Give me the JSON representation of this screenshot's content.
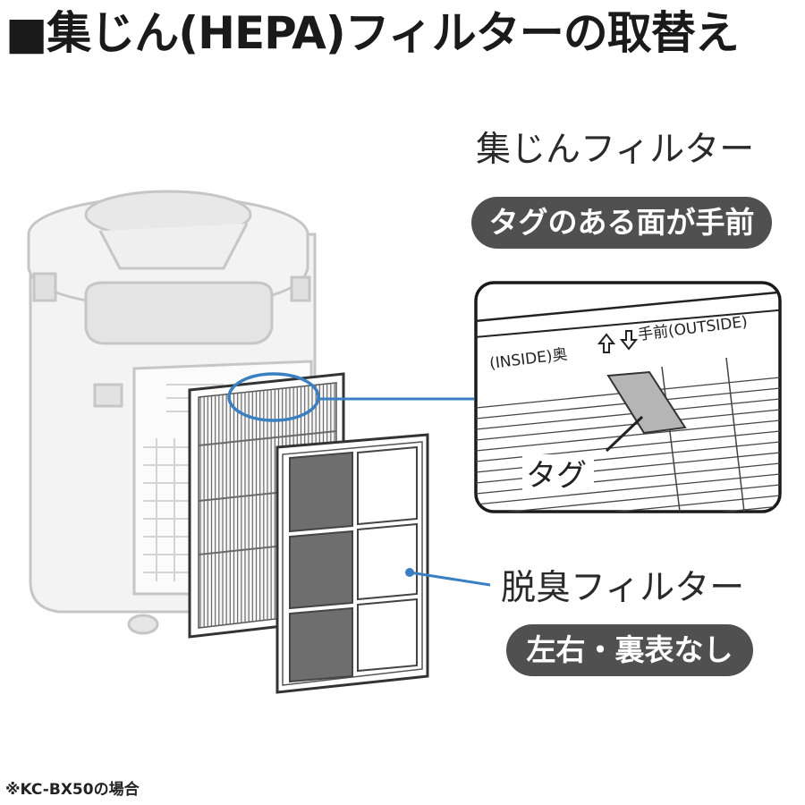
{
  "title": "■集じん(HEPA)フィルターの取替え",
  "dust_filter": {
    "label": "集じんフィルター",
    "note": "タグのある面が手前"
  },
  "zoom": {
    "inside_label": "(INSIDE)奥",
    "outside_label": "手前(OUTSIDE)",
    "tag_label": "タグ"
  },
  "deodor_filter": {
    "label": "脱臭フィルター",
    "note": "左右・裏表なし"
  },
  "footnote": "※KC-BX50の場合",
  "colors": {
    "callout_blue": "#3a7fc1",
    "pill_bg": "#505050",
    "purifier_gray": "#cfcfcf",
    "carbon_gray": "#6e6e6e"
  }
}
